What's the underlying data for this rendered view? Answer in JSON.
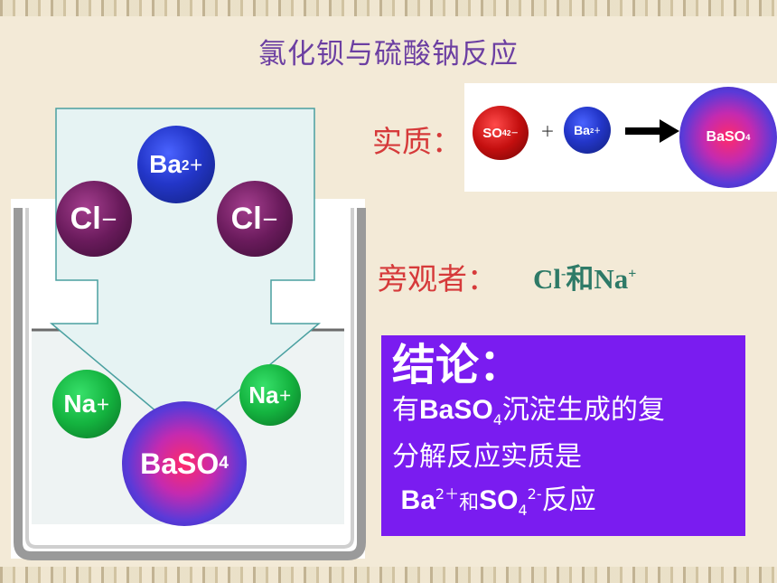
{
  "title": "氯化钡与硫酸钠反应",
  "essence": {
    "label": "实质：",
    "reactant1": {
      "name": "SO",
      "sub": "4",
      "sup": "2－"
    },
    "plus": "＋",
    "reactant2": {
      "name": "Ba",
      "sup": "2＋"
    },
    "product": {
      "name": "BaSO",
      "sub": "4"
    }
  },
  "bystander": {
    "label": "旁观者：",
    "ion1": "Cl",
    "ion1_sup": "-",
    "joiner": "和",
    "ion2": "Na",
    "ion2_sup": "+"
  },
  "beaker": {
    "ba_ion": {
      "name": "Ba",
      "sup": "2＋"
    },
    "cl_left": {
      "name": "Cl",
      "sup": "－"
    },
    "cl_right": {
      "name": "Cl",
      "sup": "－"
    },
    "na_left": {
      "name": "Na",
      "sup": "＋"
    },
    "na_right": {
      "name": "Na",
      "sup": "＋"
    },
    "precipitate": {
      "name": "BaSO",
      "sub": "4"
    }
  },
  "conclusion": {
    "heading": "结论：",
    "line1_pre": "有",
    "line1_formula": "BaSO",
    "line1_sub": "4",
    "line1_post": "沉淀生成的复",
    "line2": "分解反应实质是",
    "line3_ba": "Ba",
    "line3_ba_sup": "2＋",
    "line3_and": "和",
    "line3_so": "SO",
    "line3_so_sub": "4",
    "line3_so_sup": "2-",
    "line3_post": "反应"
  }
}
